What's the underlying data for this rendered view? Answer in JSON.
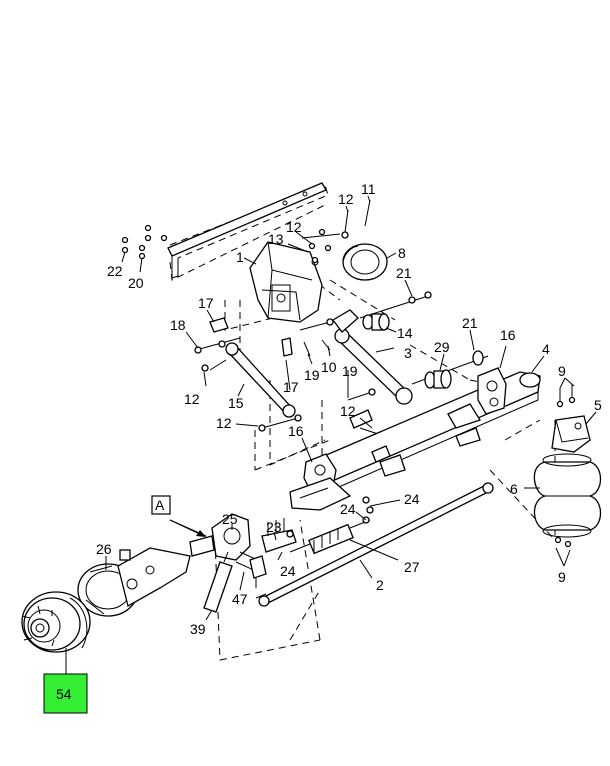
{
  "diagram": {
    "highlight_color": "#33ee33",
    "view_label": "A",
    "highlighted_callout": "54",
    "callouts": [
      "11",
      "12",
      "13",
      "1",
      "8",
      "22",
      "20",
      "21",
      "17",
      "18",
      "14",
      "10",
      "19",
      "3",
      "16",
      "29",
      "4",
      "9",
      "5",
      "15",
      "12",
      "6",
      "25",
      "23",
      "24",
      "26",
      "27",
      "2",
      "47",
      "39",
      "54"
    ]
  }
}
